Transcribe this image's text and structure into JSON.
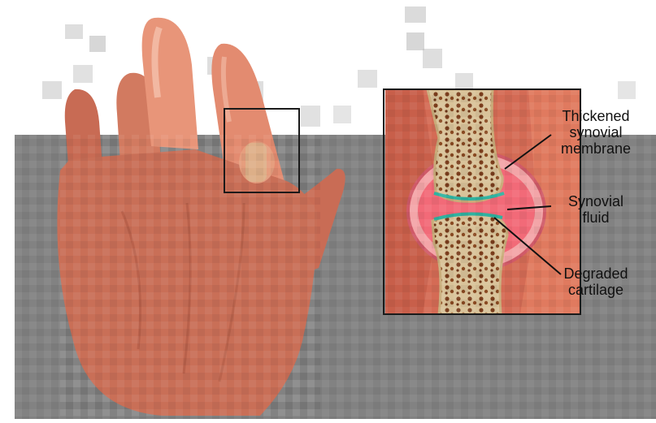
{
  "labels": {
    "synovial_membrane": [
      "Thickened",
      "synovial",
      "membrane"
    ],
    "synovial_fluid": [
      "Synovial",
      "fluid"
    ],
    "degraded_cartilage": [
      "Degraded",
      "cartilage"
    ]
  },
  "colors": {
    "background_gray": "#828282",
    "skin": "#e07a5f",
    "skin_light": "#f3b9a3",
    "bone": "#d9c39a",
    "marrow": "#7a3d1c",
    "fluid": "#f26a78",
    "cartilage": "#2fb2a0",
    "frame": "#1a1a1a"
  }
}
